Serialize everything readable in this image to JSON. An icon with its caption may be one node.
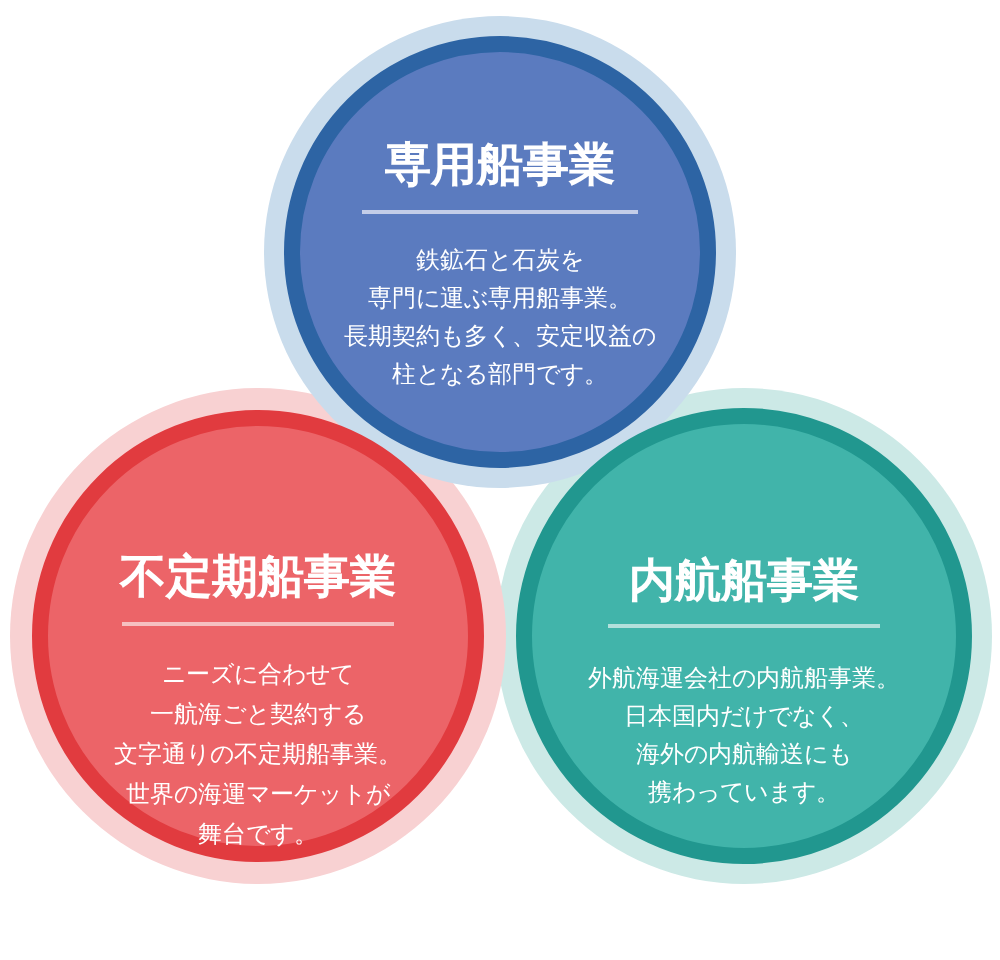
{
  "diagram": {
    "nodes": [
      {
        "text": [
          "専用船事業",
          "鉄鉱石と石炭を専門に運ぶ専用船事業。長期契約も多く、安定収益の柱となる部門です。"
        ]
      },
      {
        "text": [
          "不定期船事業",
          "ニーズに合わせて一航海ごと契約する文字通りの不定期船事業。世界の海運マーケットが舞台です。"
        ]
      },
      {
        "text": [
          "内航船事業",
          "外航海運会社の内航船事業。日本国内だけでなく、海外の内航輸送にも携わっています。"
        ]
      }
    ]
  }
}
